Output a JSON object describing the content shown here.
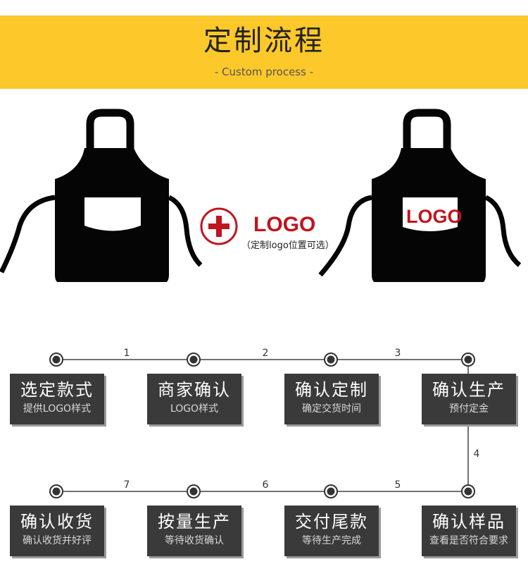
{
  "header": {
    "title": "定制流程",
    "subtitle": "- Custom process -"
  },
  "customize": {
    "logo_label": "LOGO",
    "logo_note": "（定制logo位置可选）",
    "pocket_logo": "LOGO",
    "colors": {
      "apron": "#050505",
      "accent_red": "#c0141e",
      "banner": "#fcc82a"
    }
  },
  "steps": [
    {
      "title": "选定款式",
      "subtitle": "提供LOGO样式"
    },
    {
      "title": "商家确认",
      "subtitle": "LOGO样式"
    },
    {
      "title": "确认定制",
      "subtitle": "确定交货时间"
    },
    {
      "title": "确认生产",
      "subtitle": "预付定金"
    },
    {
      "title": "确认样品",
      "subtitle": "查看是否符合要求"
    },
    {
      "title": "交付尾款",
      "subtitle": "等待生产完成"
    },
    {
      "title": "按量生产",
      "subtitle": "等待收货确认"
    },
    {
      "title": "确认收货",
      "subtitle": "确认收货并好评"
    }
  ],
  "connectors": [
    "1",
    "2",
    "3",
    "4",
    "5",
    "6",
    "7"
  ]
}
